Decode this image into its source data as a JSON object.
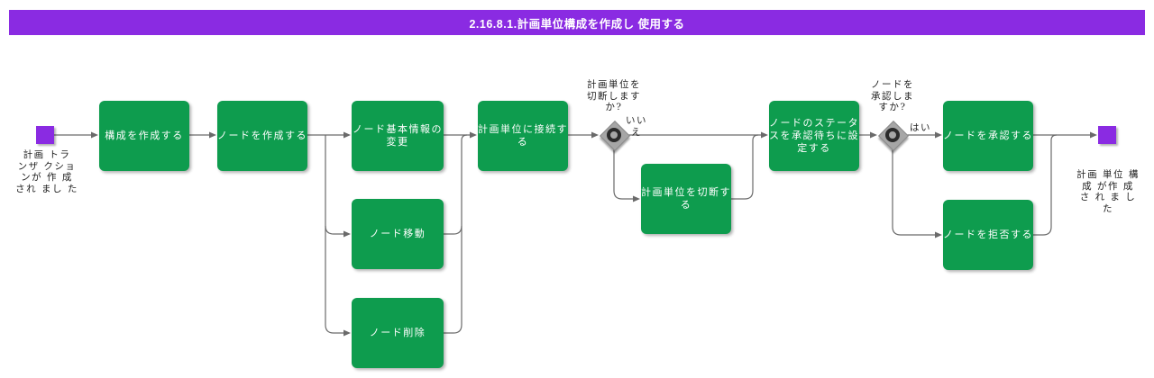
{
  "title": "2.16.8.1.計画単位構成を作成し 使用する",
  "colors": {
    "banner": "#8A2BE2",
    "event_node": "#8A2BE2",
    "activity_node": "#0E9C4E",
    "activity_text": "#FFFFFF",
    "connector": "#6A6A6A",
    "gateway": "#A6A6A6",
    "label_text": "#1F1F1F"
  },
  "events": {
    "start_label": "計画 トラ\nンザ クショ\nンが 作 成\nされ まし た",
    "end_label": "計画 単位 構\n成 が作 成\nさ れ ま し\nた"
  },
  "activities": {
    "create_config": "構成を作成する",
    "create_node": "ノードを作成する",
    "change_node_info": "ノード基本情報の\n変更",
    "move_node": "ノード移動",
    "delete_node": "ノード削除",
    "connect_unit": "計画単位に接続す\nる",
    "disconnect_unit": "計画単位を切断す\nる",
    "set_status": "ノードのステータ\nスを承認待ちに設\n定する",
    "approve_node": "ノードを承認する",
    "reject_node": "ノードを拒否する"
  },
  "gateways": {
    "disconnect": {
      "question": "計画単位を\n切断します\nか?",
      "no_label": "いい\nえ"
    },
    "approve": {
      "question": "ノードを\n承認しま\nすか?",
      "yes_label": "はい"
    }
  }
}
